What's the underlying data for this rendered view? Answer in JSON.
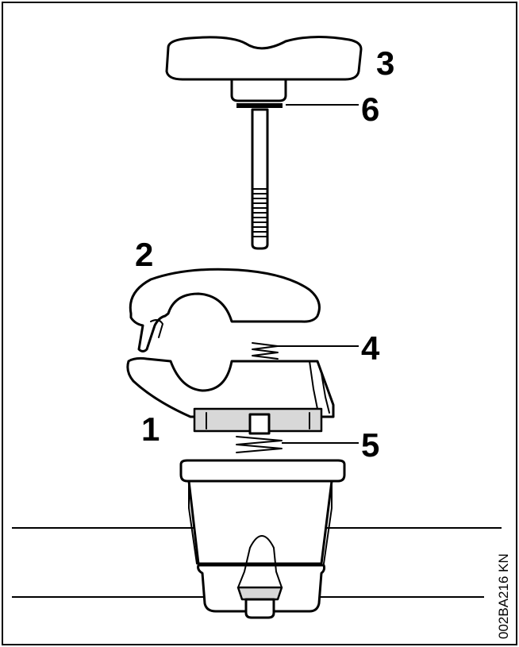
{
  "labels": {
    "knob": "3",
    "washer": "6",
    "clamp_top": "2",
    "spring_upper": "4",
    "clamp_bottom": "1",
    "spring_lower": "5"
  },
  "figure_code": "002BA216 KN",
  "colors": {
    "ink": "#000000",
    "background": "#ffffff",
    "shade": "#d8d8d8"
  }
}
